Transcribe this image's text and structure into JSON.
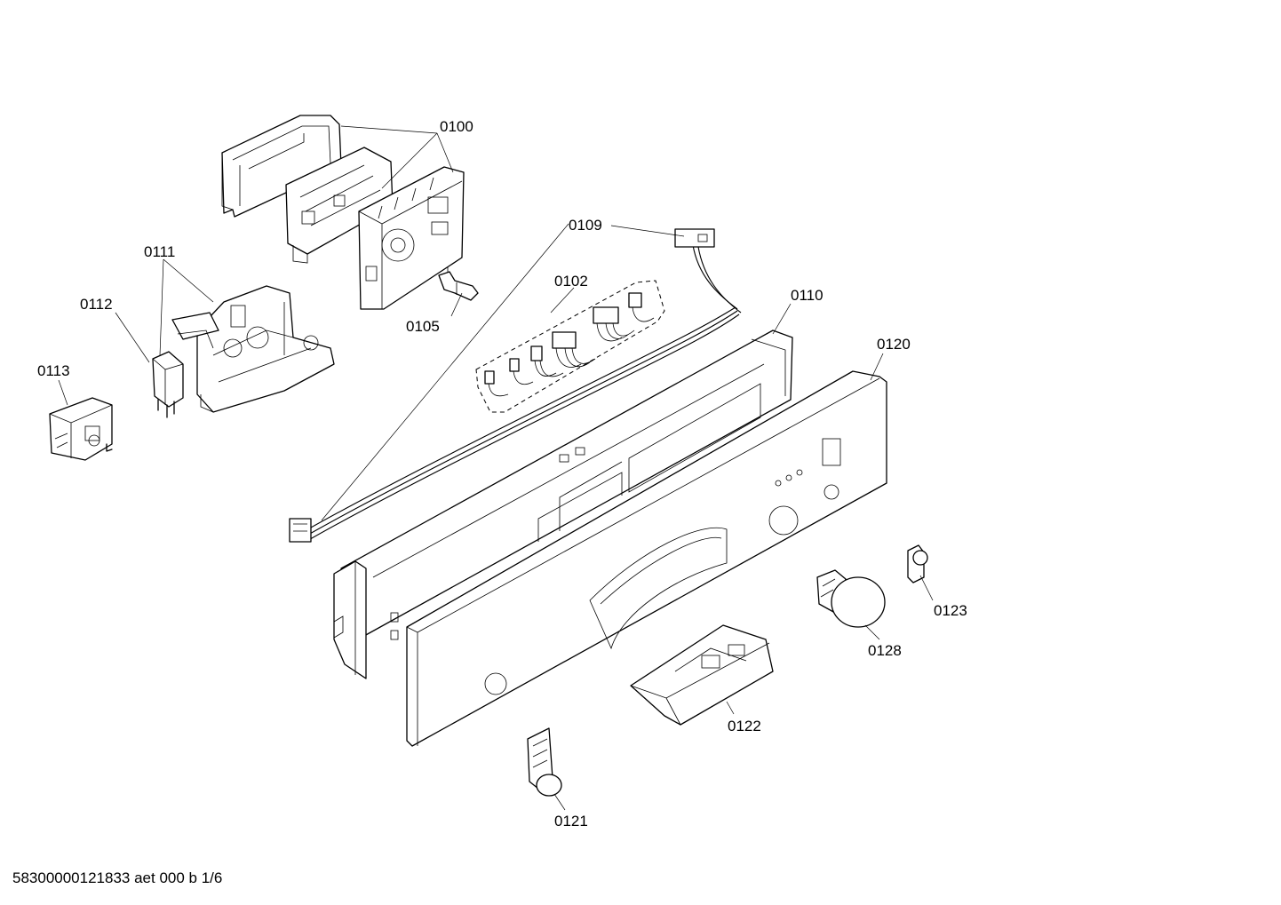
{
  "parts": {
    "p0100": "0100",
    "p0102": "0102",
    "p0105": "0105",
    "p0109": "0109",
    "p0110": "0110",
    "p0111": "0111",
    "p0112": "0112",
    "p0113": "0113",
    "p0120": "0120",
    "p0121": "0121",
    "p0122": "0122",
    "p0123": "0123",
    "p0128": "0128"
  },
  "footer": {
    "document_id": "58300000121833 aet 000 b 1/6"
  }
}
